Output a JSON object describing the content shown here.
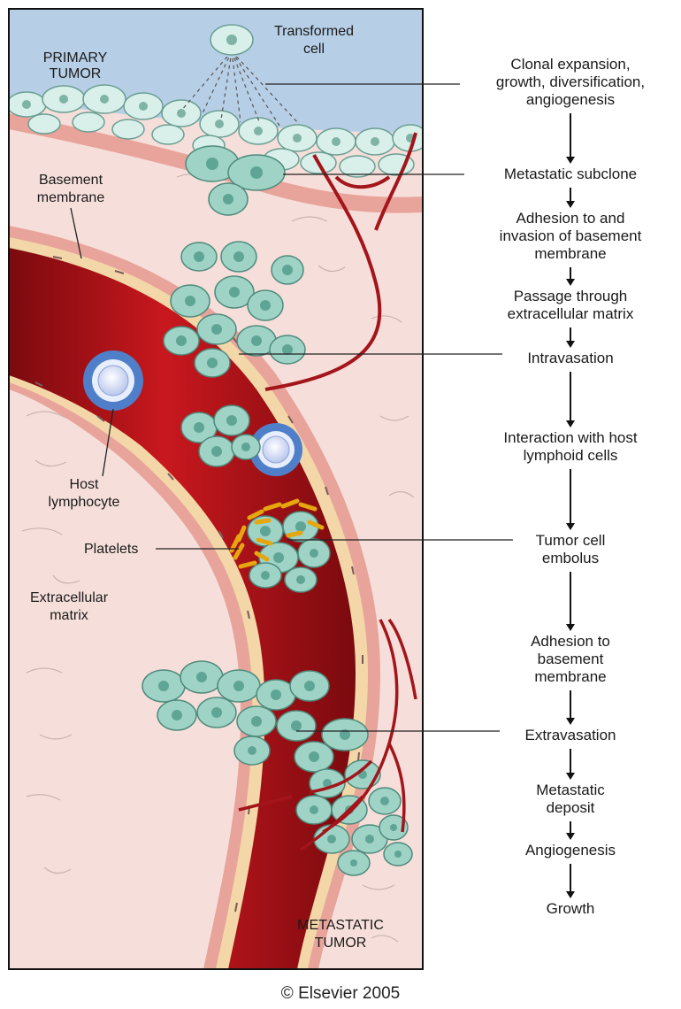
{
  "figure": {
    "labels": {
      "primary_tumor": [
        "PRIMARY",
        "TUMOR"
      ],
      "transformed_cell": [
        "Transformed",
        "cell"
      ],
      "basement_membrane": [
        "Basement",
        "membrane"
      ],
      "host_lymphocyte": [
        "Host",
        "lymphocyte"
      ],
      "platelets": "Platelets",
      "extracellular_matrix": [
        "Extracellular",
        "matrix"
      ],
      "metastatic_tumor": [
        "METASTATIC",
        "TUMOR"
      ]
    },
    "steps": [
      {
        "lines": [
          "Clonal expansion,",
          "growth, diversification,",
          "angiogenesis"
        ]
      },
      {
        "lines": [
          "Metastatic subclone"
        ]
      },
      {
        "lines": [
          "Adhesion to and",
          "invasion of basement",
          "membrane"
        ]
      },
      {
        "lines": [
          "Passage through",
          "extracellular matrix"
        ]
      },
      {
        "lines": [
          "Intravasation"
        ]
      },
      {
        "lines": [
          "Interaction with host",
          "lymphoid cells"
        ]
      },
      {
        "lines": [
          "Tumor cell",
          "embolus"
        ]
      },
      {
        "lines": [
          "Adhesion to",
          "basement",
          "membrane"
        ]
      },
      {
        "lines": [
          "Extravasation"
        ]
      },
      {
        "lines": [
          "Metastatic",
          "deposit"
        ]
      },
      {
        "lines": [
          "Angiogenesis"
        ]
      },
      {
        "lines": [
          "Growth"
        ]
      }
    ],
    "copyright": "© Elsevier 2005"
  },
  "colors": {
    "sky": "#b7cfe6",
    "tissue": "#f6dfda",
    "membrane": "#e8a39a",
    "vessel_dark": "#8e0d12",
    "vessel_mid": "#c4161c",
    "endothelium": "#f3d7a8",
    "cell_fill": "#bfe3da",
    "cell_nucleus": "#5fa595",
    "capillary": "#a3151b",
    "platelet": "#f2b81a",
    "lymphocyte_ring": "#4f7fc9",
    "lymphocyte_core": "#e8eefc"
  }
}
